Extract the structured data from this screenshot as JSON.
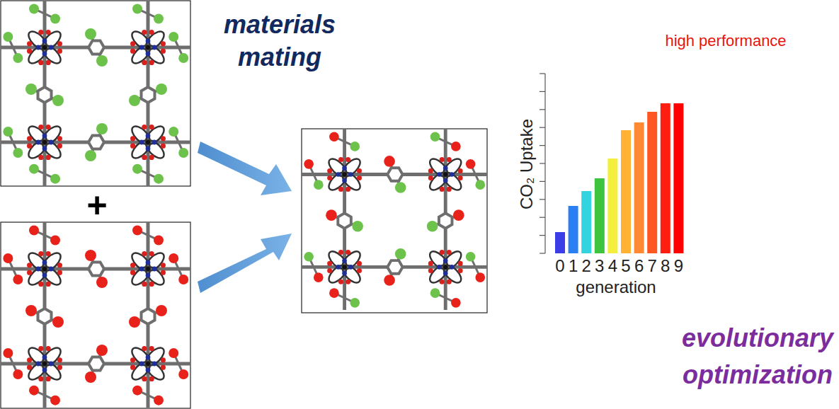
{
  "diagram": {
    "labels": [
      "materials mating",
      "+",
      "high performance",
      "CO₂ Uptake",
      "0",
      "1",
      "2",
      "3",
      "4",
      "5",
      "6",
      "7",
      "8",
      "9",
      "generation",
      "evolutionary optimization"
    ]
  }
}
